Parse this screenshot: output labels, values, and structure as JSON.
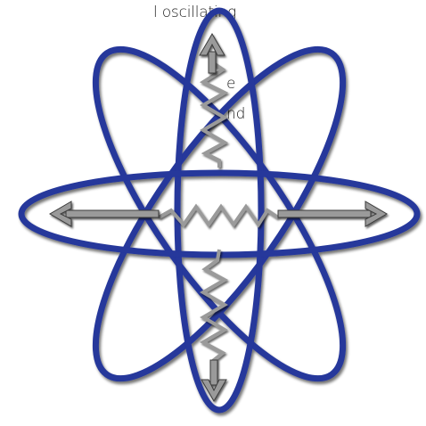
{
  "text_fragments": [
    "l oscillating",
    "e",
    "nd"
  ],
  "colors": {
    "orbit_stroke": "#25379b",
    "orbit_shadow": "#0c1a5a",
    "arrow_fill": "#9a9a9a",
    "arrow_shadow": "#3a3a3a",
    "spring": "#9a9a9a",
    "text": "#222222"
  },
  "icons": {
    "orbit": "ellipse",
    "arrow": "double-headed-arrow",
    "spring": "zigzag-spring"
  }
}
